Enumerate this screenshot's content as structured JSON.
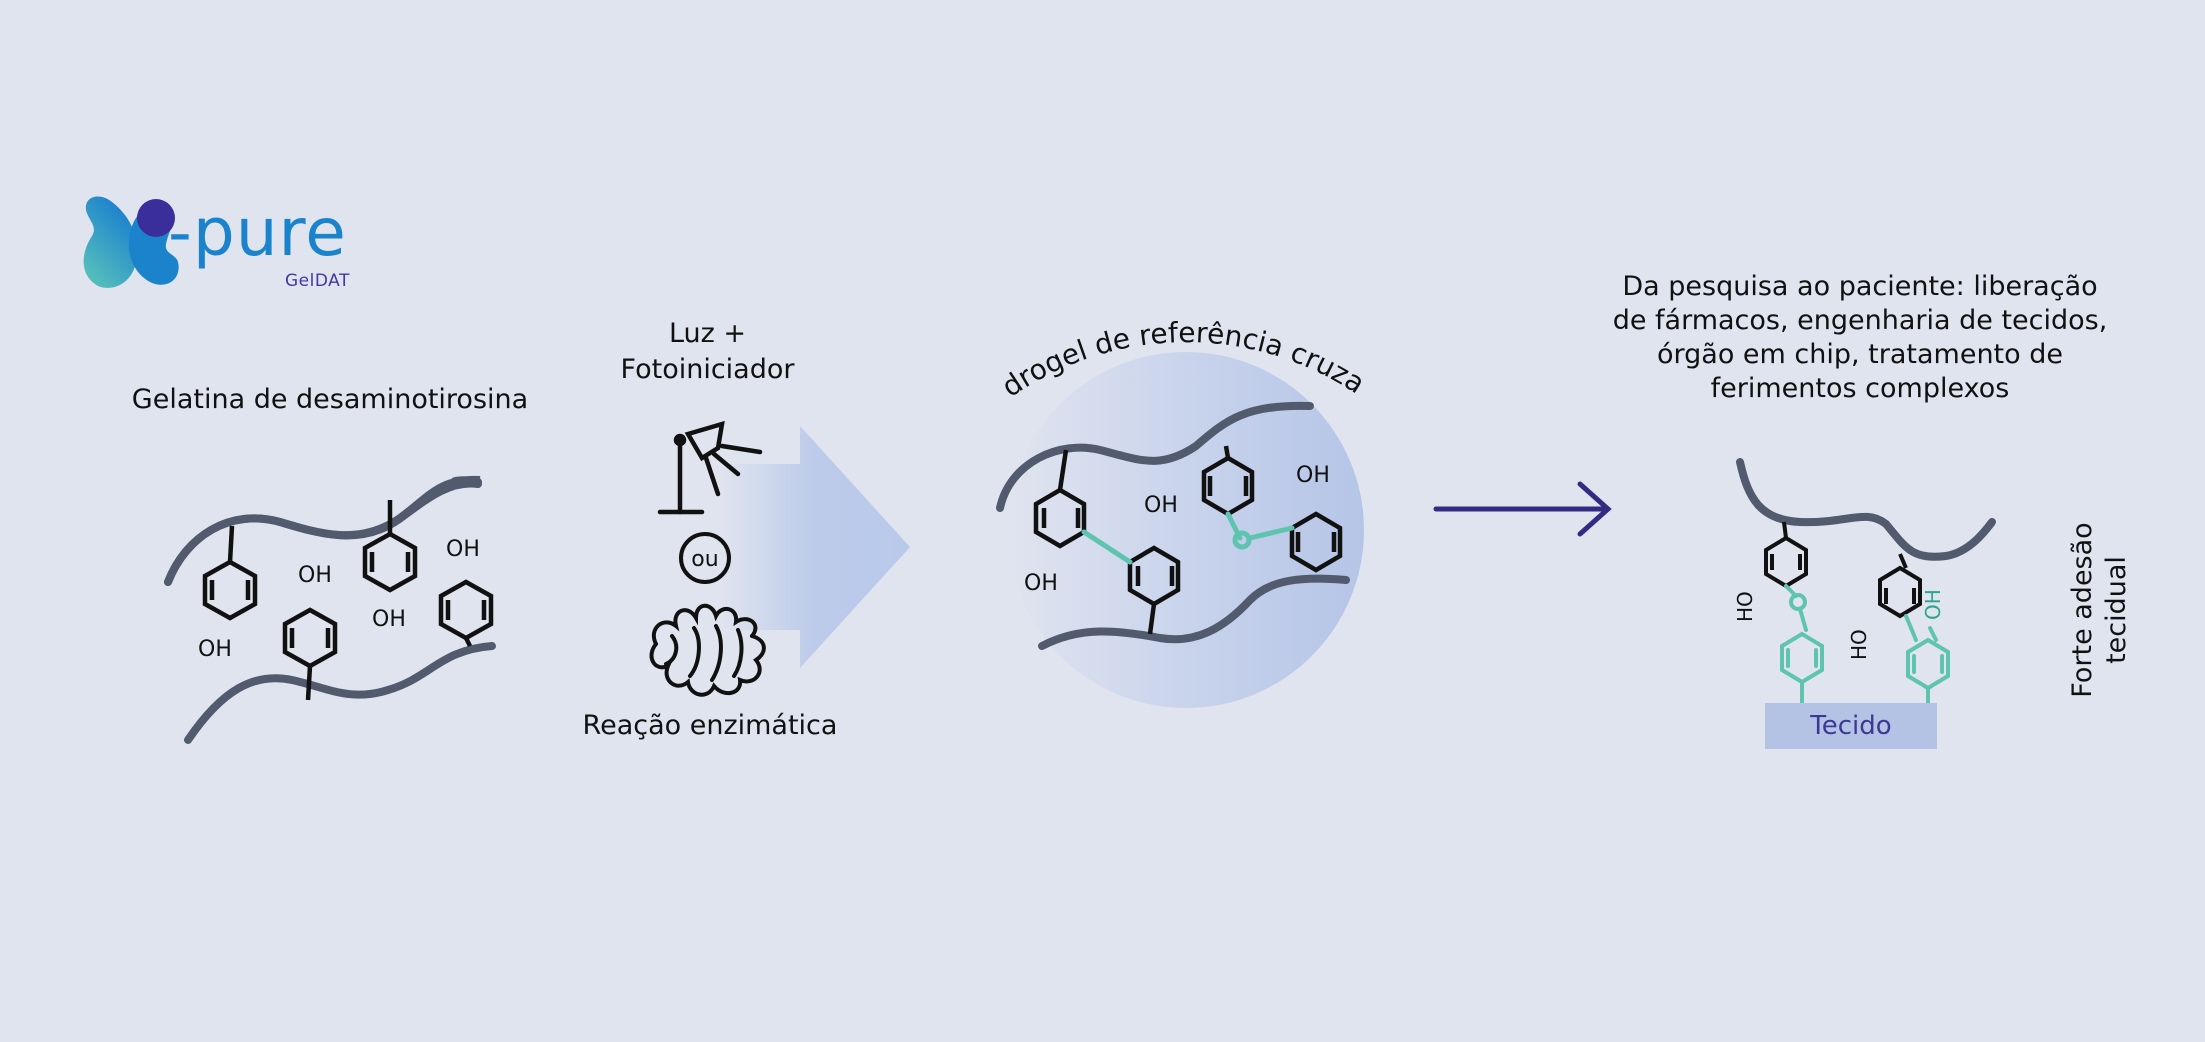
{
  "logo": {
    "name": "-pure",
    "sub": "GelDAT"
  },
  "steps": {
    "gelatin": "Gelatina de desaminotirosina",
    "light_line1": "Luz +",
    "light_line2": "Fotoiniciador",
    "or": "ou",
    "enzyme": "Reação enzimática",
    "hydrogel": "Hidrogel de referência cruzada"
  },
  "application": {
    "line1": "Da pesquisa ao paciente: liberação",
    "line2": "de fármacos, engenharia de tecidos,",
    "line3": "órgão em chip, tratamento de",
    "line4": "ferimentos complexos"
  },
  "adhesion": {
    "line1": "Forte adesão",
    "line2": "tecidual"
  },
  "tissue": "Tecido",
  "chem": {
    "oh": "OH",
    "ho": "HO"
  },
  "colors": {
    "background": "#e0e4ef",
    "chain": "#525a6e",
    "crosslink": "#5ec4b0",
    "arrow": "#332b82",
    "logo_blue": "#1a83cc",
    "logo_purple": "#4437a3",
    "tissue_box": "#b4c3e4"
  }
}
